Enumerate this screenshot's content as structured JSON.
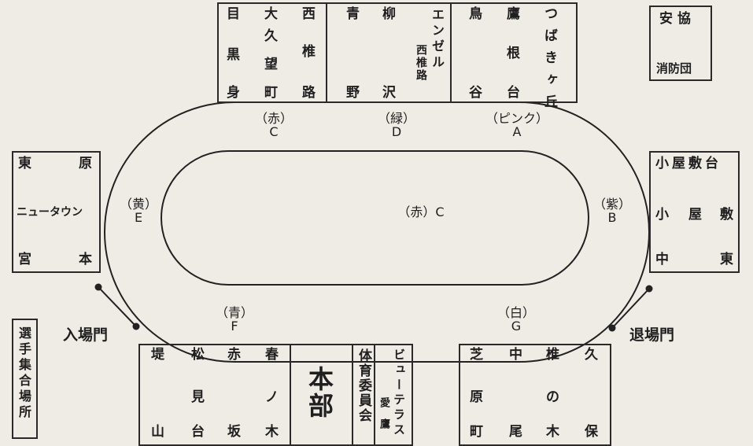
{
  "top_block": {
    "col1": [
      "目",
      "黒",
      "身"
    ],
    "col2": [
      "大",
      "久",
      "望",
      "町"
    ],
    "col3": [
      "西",
      "椎",
      "路"
    ],
    "col4": [
      "青",
      "野"
    ],
    "col5": [
      "柳",
      "沢"
    ],
    "col6_title": "エンゼル",
    "col6_sub": "西椎路",
    "col7": [
      "鳥",
      "谷"
    ],
    "col8": [
      "鷹",
      "根",
      "台"
    ],
    "col9": [
      "つばきヶ丘"
    ]
  },
  "top_right": {
    "line1": "安 協",
    "line2": "消防団"
  },
  "left_block": {
    "row1a": "東",
    "row1b": "原",
    "row2": "ニュータウン",
    "row3a": "宮",
    "row3b": "本"
  },
  "right_block": {
    "row1": "小屋敷台",
    "row2a": "小",
    "row2b": "屋",
    "row2c": "敷",
    "row3a": "中",
    "row3b": "東"
  },
  "lanes": {
    "c_top": {
      "color": "（赤）",
      "letter": "C"
    },
    "d_top": {
      "color": "（緑）",
      "letter": "D"
    },
    "a_top": {
      "color": "（ピンク）",
      "letter": "A"
    },
    "e_left": {
      "color": "（黄）",
      "letter": "E"
    },
    "b_right": {
      "color": "（紫）",
      "letter": "B"
    },
    "f_bottom": {
      "color": "（青）",
      "letter": "F"
    },
    "g_bottom": {
      "color": "（白）",
      "letter": "G"
    },
    "center": "（赤）C"
  },
  "gates": {
    "entrance": "入場門",
    "exit": "退場門"
  },
  "assembly": "選手集合場所",
  "bottom_block": {
    "col1": [
      "堤",
      "山"
    ],
    "col2": [
      "松",
      "見",
      "台"
    ],
    "col3": [
      "赤",
      "坂"
    ],
    "col4": [
      "春",
      "ノ",
      "木"
    ],
    "honbu": "本部",
    "taiiku": "体育委員会",
    "beauty_title": "ビューテラス",
    "beauty_sub": "愛鷹",
    "col5": [
      "芝",
      "原",
      "町"
    ],
    "col6": [
      "中",
      "尾"
    ],
    "col7": [
      "椎",
      "の",
      "木"
    ],
    "col8": [
      "久",
      "保"
    ]
  }
}
